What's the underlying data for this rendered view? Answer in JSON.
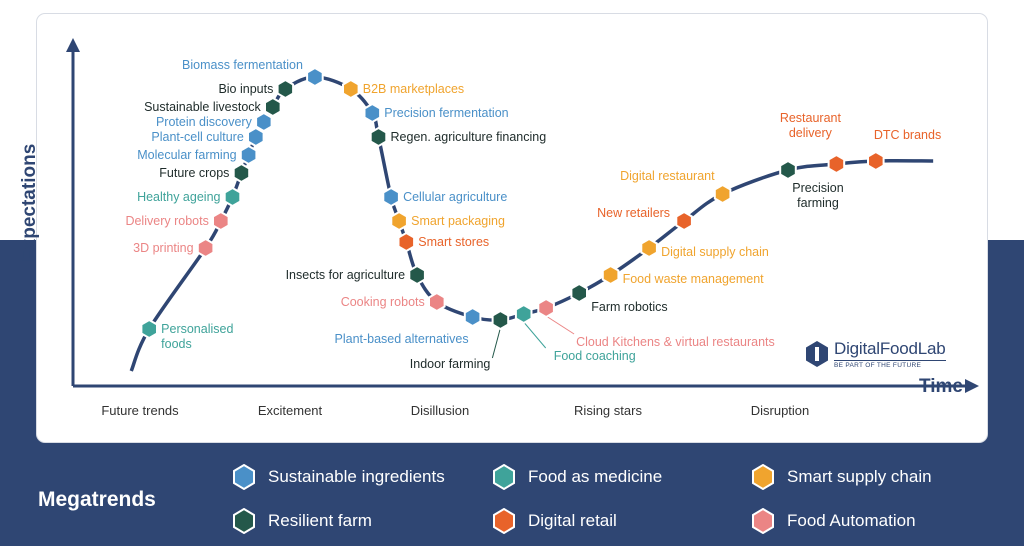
{
  "chart_data": {
    "type": "scatter",
    "title": "",
    "xlabel": "Time",
    "ylabel": "Expectations",
    "phases": [
      "Future trends",
      "Excitement",
      "Disillusion",
      "Rising stars",
      "Disruption"
    ],
    "categories": {
      "sustainable": {
        "label": "Sustainable ingredients",
        "color": "#4a90c8"
      },
      "medicine": {
        "label": "Food as medicine",
        "color": "#3fa39a"
      },
      "supply": {
        "label": "Smart supply chain",
        "color": "#f0a42e"
      },
      "farm": {
        "label": "Resilient farm",
        "color": "#24584a"
      },
      "retail": {
        "label": "Digital retail",
        "color": "#e8632a"
      },
      "automation": {
        "label": "Food Automation",
        "color": "#eb8585"
      }
    },
    "points": [
      {
        "label": "Personalised\nfoods",
        "category": "medicine",
        "t": 0.085,
        "expectation": 0.19
      },
      {
        "label": "3D printing",
        "category": "automation",
        "t": 0.148,
        "expectation": 0.46
      },
      {
        "label": "Delivery robots",
        "category": "automation",
        "t": 0.165,
        "expectation": 0.55
      },
      {
        "label": "Healthy ageing",
        "category": "medicine",
        "t": 0.178,
        "expectation": 0.63
      },
      {
        "label": "Future crops",
        "category": "farm",
        "t": 0.188,
        "expectation": 0.71
      },
      {
        "label": "Molecular farming",
        "category": "sustainable",
        "t": 0.196,
        "expectation": 0.77
      },
      {
        "label": "Plant-cell culture",
        "category": "sustainable",
        "t": 0.204,
        "expectation": 0.83
      },
      {
        "label": "Protein discovery",
        "category": "sustainable",
        "t": 0.213,
        "expectation": 0.88
      },
      {
        "label": "Sustainable livestock",
        "category": "farm",
        "t": 0.223,
        "expectation": 0.93
      },
      {
        "label": "Bio inputs",
        "category": "farm",
        "t": 0.237,
        "expectation": 0.99
      },
      {
        "label": "Biomass fermentation",
        "category": "sustainable",
        "t": 0.27,
        "expectation": 1.03
      },
      {
        "label": "B2B marketplaces",
        "category": "supply",
        "t": 0.31,
        "expectation": 0.99
      },
      {
        "label": "Precision fermentation",
        "category": "sustainable",
        "t": 0.334,
        "expectation": 0.91
      },
      {
        "label": "Regen. agriculture financing",
        "category": "farm",
        "t": 0.341,
        "expectation": 0.83
      },
      {
        "label": "Cellular agriculture",
        "category": "sustainable",
        "t": 0.355,
        "expectation": 0.63
      },
      {
        "label": "Smart packaging",
        "category": "supply",
        "t": 0.364,
        "expectation": 0.55
      },
      {
        "label": "Smart stores",
        "category": "retail",
        "t": 0.372,
        "expectation": 0.48
      },
      {
        "label": "Insects for agriculture",
        "category": "farm",
        "t": 0.384,
        "expectation": 0.37
      },
      {
        "label": "Cooking robots",
        "category": "automation",
        "t": 0.406,
        "expectation": 0.28
      },
      {
        "label": "Plant-based alternatives",
        "category": "sustainable",
        "t": 0.446,
        "expectation": 0.23
      },
      {
        "label": "Indoor farming",
        "category": "farm",
        "t": 0.477,
        "expectation": 0.22
      },
      {
        "label": "Food coaching",
        "category": "medicine",
        "t": 0.503,
        "expectation": 0.24
      },
      {
        "label": "Cloud Kitchens & virtual restaurants",
        "category": "automation",
        "t": 0.528,
        "expectation": 0.26
      },
      {
        "label": "Farm robotics",
        "category": "farm",
        "t": 0.565,
        "expectation": 0.31
      },
      {
        "label": "Food waste management",
        "category": "supply",
        "t": 0.6,
        "expectation": 0.37
      },
      {
        "label": "Digital supply chain",
        "category": "supply",
        "t": 0.643,
        "expectation": 0.46
      },
      {
        "label": "New retailers",
        "category": "retail",
        "t": 0.682,
        "expectation": 0.55
      },
      {
        "label": "Digital restaurant",
        "category": "supply",
        "t": 0.725,
        "expectation": 0.64
      },
      {
        "label": "Precision\nfarming",
        "category": "farm",
        "t": 0.798,
        "expectation": 0.72
      },
      {
        "label": "Restaurant\ndelivery",
        "category": "retail",
        "t": 0.852,
        "expectation": 0.74
      },
      {
        "label": "DTC brands",
        "category": "retail",
        "t": 0.896,
        "expectation": 0.75
      }
    ]
  },
  "legend": {
    "title": "Megatrends",
    "items": [
      {
        "label": "Sustainable ingredients",
        "color": "#4a90c8"
      },
      {
        "label": "Food as medicine",
        "color": "#3fa39a"
      },
      {
        "label": "Smart supply chain",
        "color": "#f0a42e"
      },
      {
        "label": "Resilient farm",
        "color": "#24584a"
      },
      {
        "label": "Digital retail",
        "color": "#e8632a"
      },
      {
        "label": "Food Automation",
        "color": "#eb8585"
      }
    ]
  },
  "logo": {
    "name": "DigitalFoodLab",
    "tagline": "BE PART OF THE FUTURE"
  }
}
